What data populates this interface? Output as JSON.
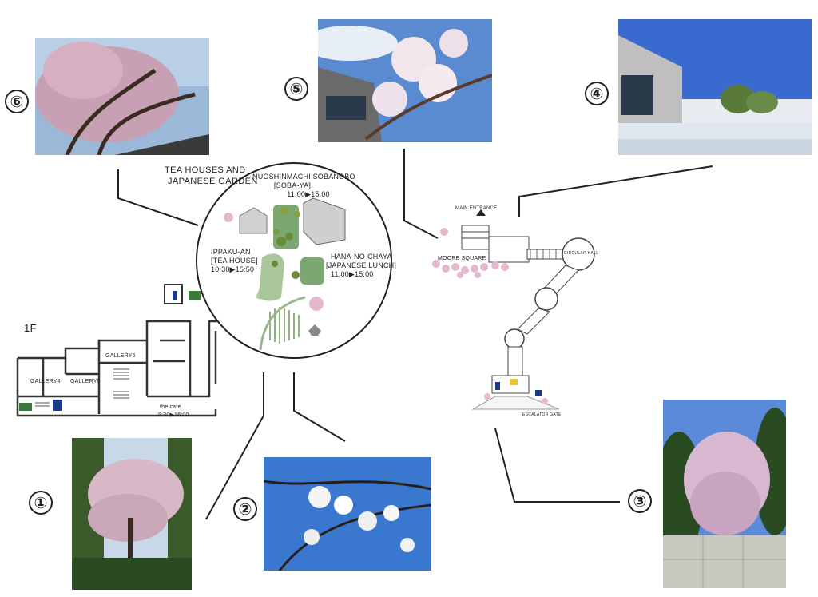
{
  "garden": {
    "title_line1": "TEA HOUSES AND",
    "title_line2": "JAPANESE GARDEN",
    "soba_name": "NUOSHINMACHI SOBANOBO",
    "soba_sub": "[SOBA-YA]",
    "soba_hours": "11:00▶15:00",
    "ippaku_name": "IPPAKU-AN",
    "ippaku_sub": "[TEA HOUSE]",
    "ippaku_hours": "10:30▶15:50",
    "hana_name": "HANA-NO-CHAYA",
    "hana_sub": "[JAPANESE LUNCH]",
    "hana_hours": "11:00▶15:00"
  },
  "floorplan": {
    "floor": "1F",
    "gallery6": "GALLERY6",
    "gallery4": "GALLERY4",
    "gallery5": "GALLERY5",
    "cafe_name": "the café",
    "cafe_hours": "9:30▶16:00"
  },
  "entrance": {
    "main_entrance": "MAIN ENTRANCE",
    "moore_square": "MOORE SQUARE",
    "circular_hall": "CIRCULAR HALL",
    "escalator_gate": "ESCALATOR GATE"
  },
  "photos": [
    {
      "number": "①"
    },
    {
      "number": "②"
    },
    {
      "number": "③"
    },
    {
      "number": "④"
    },
    {
      "number": "⑤"
    },
    {
      "number": "⑥"
    }
  ],
  "colors": {
    "blossom": "#e6b8d0",
    "garden_green": "#7aa870",
    "line": "#222222"
  }
}
